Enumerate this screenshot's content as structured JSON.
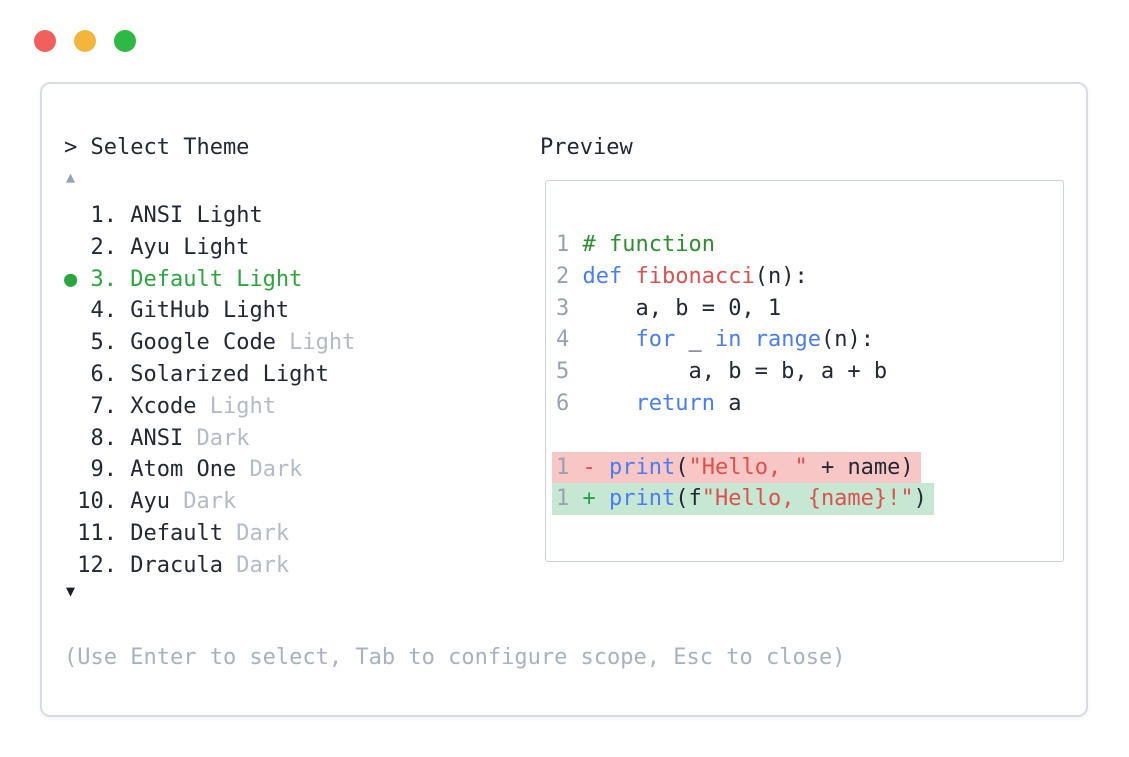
{
  "window": {
    "traffic_lights": [
      {
        "name": "close",
        "color": "#f2605d"
      },
      {
        "name": "minimize",
        "color": "#f2b63c"
      },
      {
        "name": "zoom",
        "color": "#2cba44"
      }
    ]
  },
  "theme_picker": {
    "prompt": "> Select Theme",
    "scroll_up_indicator": "▲",
    "scroll_down_indicator": "▼",
    "selected_indicator": "●",
    "items": [
      {
        "number": "1.",
        "name": "ANSI Light",
        "suffix": "",
        "selected": false
      },
      {
        "number": "2.",
        "name": "Ayu Light",
        "suffix": "",
        "selected": false
      },
      {
        "number": "3.",
        "name": "Default Light",
        "suffix": "",
        "selected": true
      },
      {
        "number": "4.",
        "name": "GitHub Light",
        "suffix": "",
        "selected": false
      },
      {
        "number": "5.",
        "name": "Google Code",
        "suffix": "Light",
        "selected": false
      },
      {
        "number": "6.",
        "name": "Solarized Light",
        "suffix": "",
        "selected": false
      },
      {
        "number": "7.",
        "name": "Xcode",
        "suffix": "Light",
        "selected": false
      },
      {
        "number": "8.",
        "name": "ANSI",
        "suffix": "Dark",
        "selected": false
      },
      {
        "number": "9.",
        "name": "Atom One",
        "suffix": "Dark",
        "selected": false
      },
      {
        "number": "10.",
        "name": "Ayu",
        "suffix": "Dark",
        "selected": false
      },
      {
        "number": "11.",
        "name": "Default",
        "suffix": "Dark",
        "selected": false
      },
      {
        "number": "12.",
        "name": "Dracula",
        "suffix": "Dark",
        "selected": false
      }
    ],
    "footer_hint": "(Use Enter to select, Tab to configure scope, Esc to close)"
  },
  "preview": {
    "label": "Preview",
    "lines": [
      {
        "gutter": "1",
        "highlight": "",
        "tokens": [
          {
            "t": " ",
            "c": "txt"
          },
          {
            "t": "# function",
            "c": "com"
          }
        ]
      },
      {
        "gutter": "2",
        "highlight": "",
        "tokens": [
          {
            "t": " ",
            "c": "txt"
          },
          {
            "t": "def",
            "c": "kw"
          },
          {
            "t": " ",
            "c": "txt"
          },
          {
            "t": "fibonacci",
            "c": "fn"
          },
          {
            "t": "(n):",
            "c": "txt"
          }
        ]
      },
      {
        "gutter": "3",
        "highlight": "",
        "tokens": [
          {
            "t": "     a, b = 0, 1",
            "c": "txt"
          }
        ]
      },
      {
        "gutter": "4",
        "highlight": "",
        "tokens": [
          {
            "t": "     ",
            "c": "txt"
          },
          {
            "t": "for",
            "c": "kw"
          },
          {
            "t": " _ ",
            "c": "txt"
          },
          {
            "t": "in",
            "c": "kw"
          },
          {
            "t": " ",
            "c": "txt"
          },
          {
            "t": "range",
            "c": "kw"
          },
          {
            "t": "(n):",
            "c": "txt"
          }
        ]
      },
      {
        "gutter": "5",
        "highlight": "",
        "tokens": [
          {
            "t": "         a, b = b, a + b",
            "c": "txt"
          }
        ]
      },
      {
        "gutter": "6",
        "highlight": "",
        "tokens": [
          {
            "t": "     ",
            "c": "txt"
          },
          {
            "t": "return",
            "c": "kw"
          },
          {
            "t": " a",
            "c": "txt"
          }
        ]
      },
      {
        "gutter": "",
        "highlight": "",
        "tokens": []
      },
      {
        "gutter": "1",
        "highlight": "del",
        "tokens": [
          {
            "t": " ",
            "c": "txt"
          },
          {
            "t": "-",
            "c": "minus"
          },
          {
            "t": " ",
            "c": "txt"
          },
          {
            "t": "print",
            "c": "kw"
          },
          {
            "t": "(",
            "c": "txt"
          },
          {
            "t": "\"Hello, \"",
            "c": "str"
          },
          {
            "t": " + name)",
            "c": "txt"
          }
        ]
      },
      {
        "gutter": "1",
        "highlight": "add",
        "tokens": [
          {
            "t": " ",
            "c": "txt"
          },
          {
            "t": "+",
            "c": "plus"
          },
          {
            "t": " ",
            "c": "txt"
          },
          {
            "t": "print",
            "c": "kw"
          },
          {
            "t": "(f",
            "c": "txt"
          },
          {
            "t": "\"Hello, {name}!\"",
            "c": "str"
          },
          {
            "t": ")",
            "c": "txt"
          }
        ]
      }
    ]
  },
  "colors": {
    "selected_green": "#2ba63e",
    "keyword_blue": "#4a7df2",
    "function_red": "#dc5150",
    "comment_green": "#2e8f31",
    "muted_suffix": "#b3bbc8",
    "gutter_gray": "#98a1b0",
    "footer_gray": "#a8b1c0",
    "diff_del_bg": "#f8c7c5",
    "diff_add_bg": "#c6e8d2",
    "panel_border": "#d8dce3"
  }
}
